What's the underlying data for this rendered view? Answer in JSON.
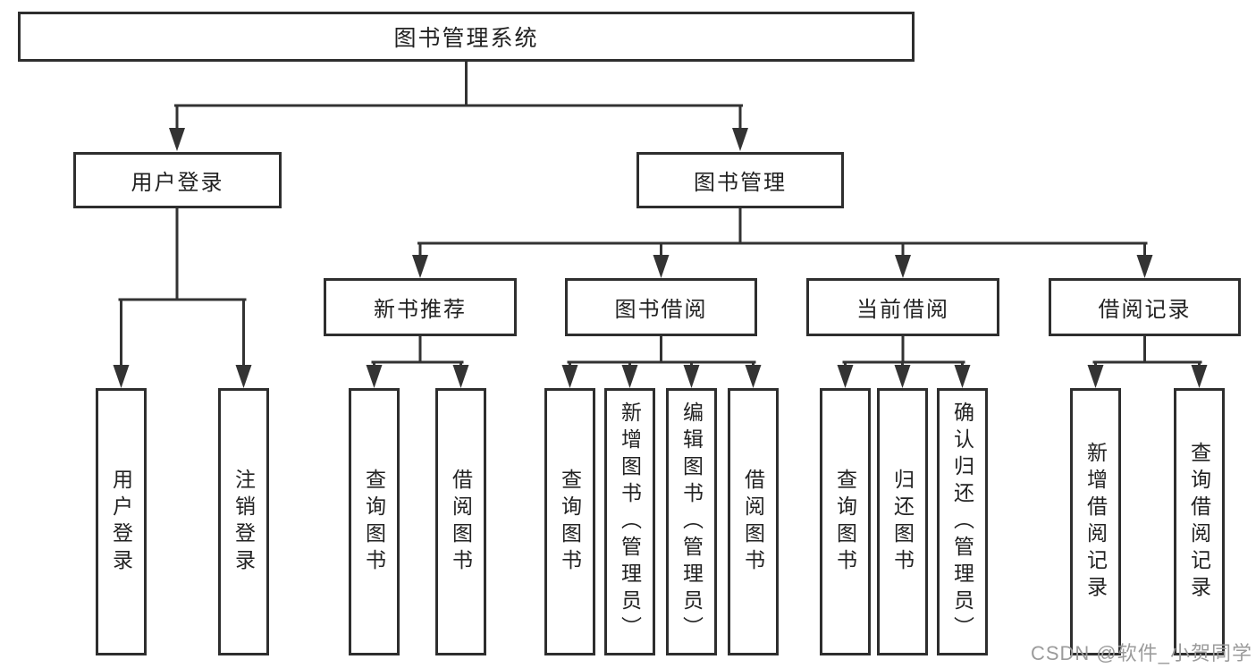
{
  "tree": {
    "label": "图书管理系统",
    "children": [
      {
        "label": "用户登录",
        "children": [
          {
            "label": "用户登录"
          },
          {
            "label": "注销登录"
          }
        ]
      },
      {
        "label": "图书管理",
        "children": [
          {
            "label": "新书推荐",
            "children": [
              {
                "label": "查询图书"
              },
              {
                "label": "借阅图书"
              }
            ]
          },
          {
            "label": "图书借阅",
            "children": [
              {
                "label": "查询图书"
              },
              {
                "label": "新增图书（管理员）"
              },
              {
                "label": "编辑图书（管理员）"
              },
              {
                "label": "借阅图书"
              }
            ]
          },
          {
            "label": "当前借阅",
            "children": [
              {
                "label": "查询图书"
              },
              {
                "label": "归还图书"
              },
              {
                "label": "确认归还（管理员）"
              }
            ]
          },
          {
            "label": "借阅记录",
            "children": [
              {
                "label": "新增借阅记录"
              },
              {
                "label": "查询借阅记录"
              }
            ]
          }
        ]
      }
    ]
  },
  "watermark": "CSDN @软件_小贺同学",
  "colors": {
    "line": "#333333",
    "box_border": "#2e2e2e",
    "text": "#222222",
    "watermark": "#9b9b9b",
    "background": "#ffffff"
  }
}
